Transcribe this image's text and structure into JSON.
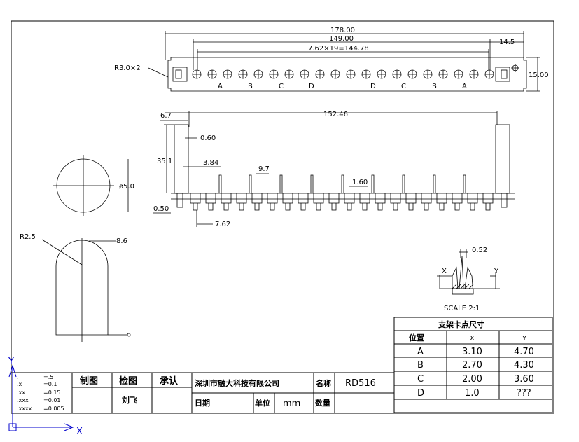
{
  "top_view": {
    "dims": {
      "overall": "178.00",
      "inner": "149.00",
      "pitch": "7.62×19=144.78",
      "end": "14.5",
      "height": "15.00",
      "corner": "R3.0×2"
    },
    "labels": [
      "A",
      "B",
      "C",
      "D",
      "D",
      "C",
      "B",
      "A"
    ]
  },
  "side_view": {
    "dims": {
      "width_a": "6.7",
      "span": "152.46",
      "thick": "0.60",
      "height": "35.1",
      "step": "3.84",
      "pin_h": "9.7",
      "pin_w": "1.60",
      "base": "0.50",
      "pitch": "7.62"
    }
  },
  "circle_view": {
    "dia": "ø5.0"
  },
  "tip_view": {
    "radius": "R2.5",
    "height": "8.6"
  },
  "detail": {
    "dim": "0.52",
    "x_label": "X",
    "y_label": "Y",
    "scale": "SCALE 2:1"
  },
  "table": {
    "title": "支架卡点尺寸",
    "headers": [
      "位置",
      "X",
      "Y"
    ],
    "rows": [
      {
        "pos": "A",
        "x": "3.10",
        "y": "4.70"
      },
      {
        "pos": "B",
        "x": "2.70",
        "y": "4.30"
      },
      {
        "pos": "C",
        "x": "2.00",
        "y": "3.60"
      },
      {
        "pos": "D",
        "x": "1.0",
        "y": "???"
      }
    ]
  },
  "title_block": {
    "tolerances": [
      ".=.5",
      ".x=0.1",
      ".xx=0.15",
      ".xxx=0.01",
      ".xxxx=0.005"
    ],
    "tol_keys": [
      ".",
      ".x",
      ".xx",
      ".xxx",
      ".xxxx"
    ],
    "tol_vals": [
      "=.5",
      "=0.1",
      "=0.15",
      "=0.01",
      "=0.005"
    ],
    "drawn": "制图",
    "checked": "检图",
    "approved": "承认",
    "checker": "刘飞",
    "company": "深圳市融大科技有限公司",
    "name_label": "名称",
    "part": "RD516",
    "date_label": "日期",
    "unit_label": "单位",
    "unit": "mm",
    "qty_label": "数量"
  },
  "axes": {
    "x": "X",
    "y": "Y"
  }
}
